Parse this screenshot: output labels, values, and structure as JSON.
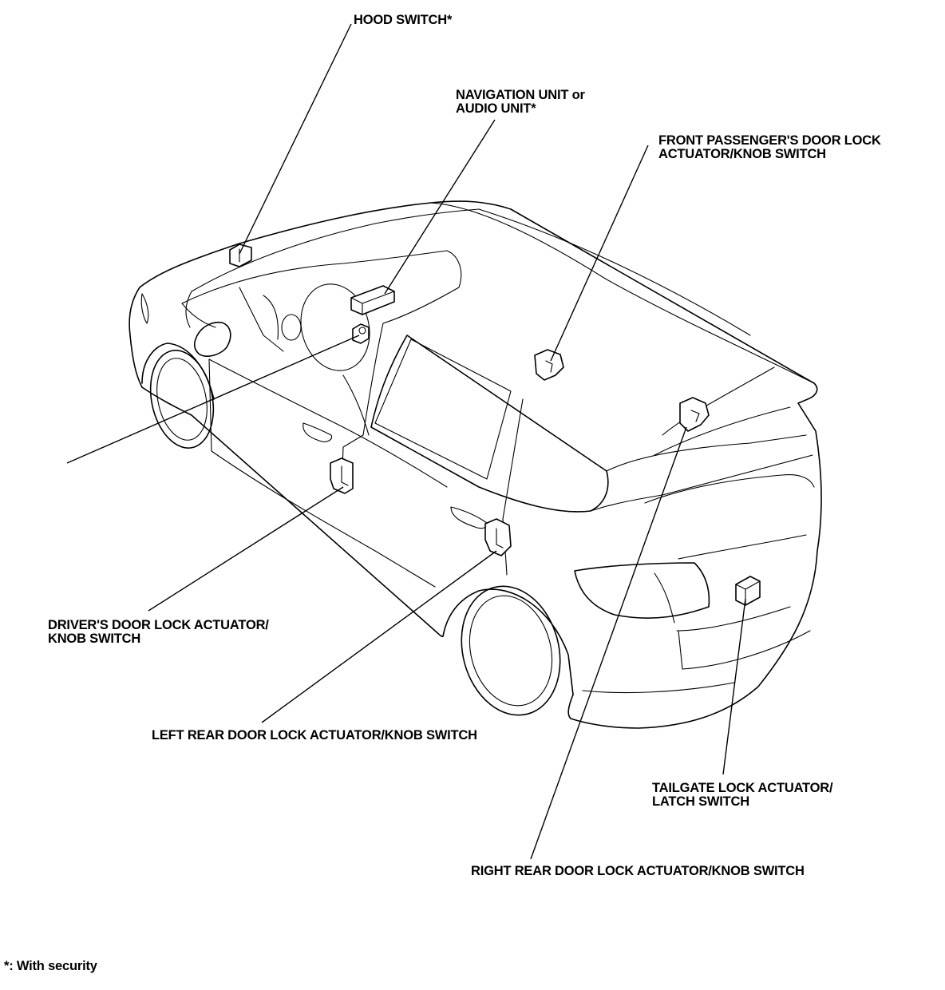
{
  "labels": {
    "hood_switch": "HOOD SWITCH*",
    "navigation_unit_line1": "NAVIGATION UNIT or",
    "navigation_unit_line2": "AUDIO UNIT*",
    "front_passenger_line1": "FRONT PASSENGER'S DOOR LOCK",
    "front_passenger_line2": "ACTUATOR/KNOB SWITCH",
    "driver_door_line1": "DRIVER'S DOOR LOCK ACTUATOR/",
    "driver_door_line2": "KNOB SWITCH",
    "left_rear_door": "LEFT REAR DOOR LOCK ACTUATOR/KNOB SWITCH",
    "tailgate_line1": "TAILGATE LOCK ACTUATOR/",
    "tailgate_line2": "LATCH SWITCH",
    "right_rear_door": "RIGHT REAR DOOR LOCK ACTUATOR/KNOB SWITCH"
  },
  "footnote": "*: With security"
}
